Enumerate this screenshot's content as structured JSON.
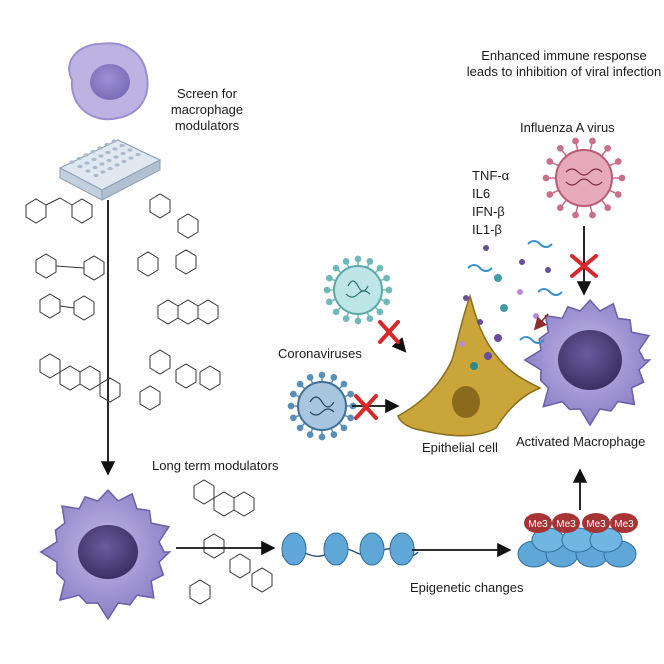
{
  "labels": {
    "screen": "Screen for macrophage modulators",
    "enhanced": "Enhanced immune response leads to inhibition of viral infection",
    "influenza": "Influenza A virus",
    "cytokines": [
      "TNF-α",
      "IL6",
      "IFN-β",
      "IL1-β"
    ],
    "coronaviruses": "Coronaviruses",
    "epithelial": "Epithelial cell",
    "activated": "Activated Macrophage",
    "long_term": "Long term modulators",
    "epigenetic": "Epigenetic changes",
    "me3": "Me3"
  },
  "colors": {
    "macrophage_body": "#9b8fcf",
    "macrophage_dark": "#6b5fa8",
    "nucleus": "#4a3d7a",
    "virus_teal": "#8fd0d0",
    "virus_blue": "#5a8fb8",
    "influenza": "#c96f86",
    "epithelial": "#c9a53a",
    "nucleosome": "#5fa7d6",
    "me3_red": "#b23a3a",
    "cross_red": "#d8282a"
  }
}
